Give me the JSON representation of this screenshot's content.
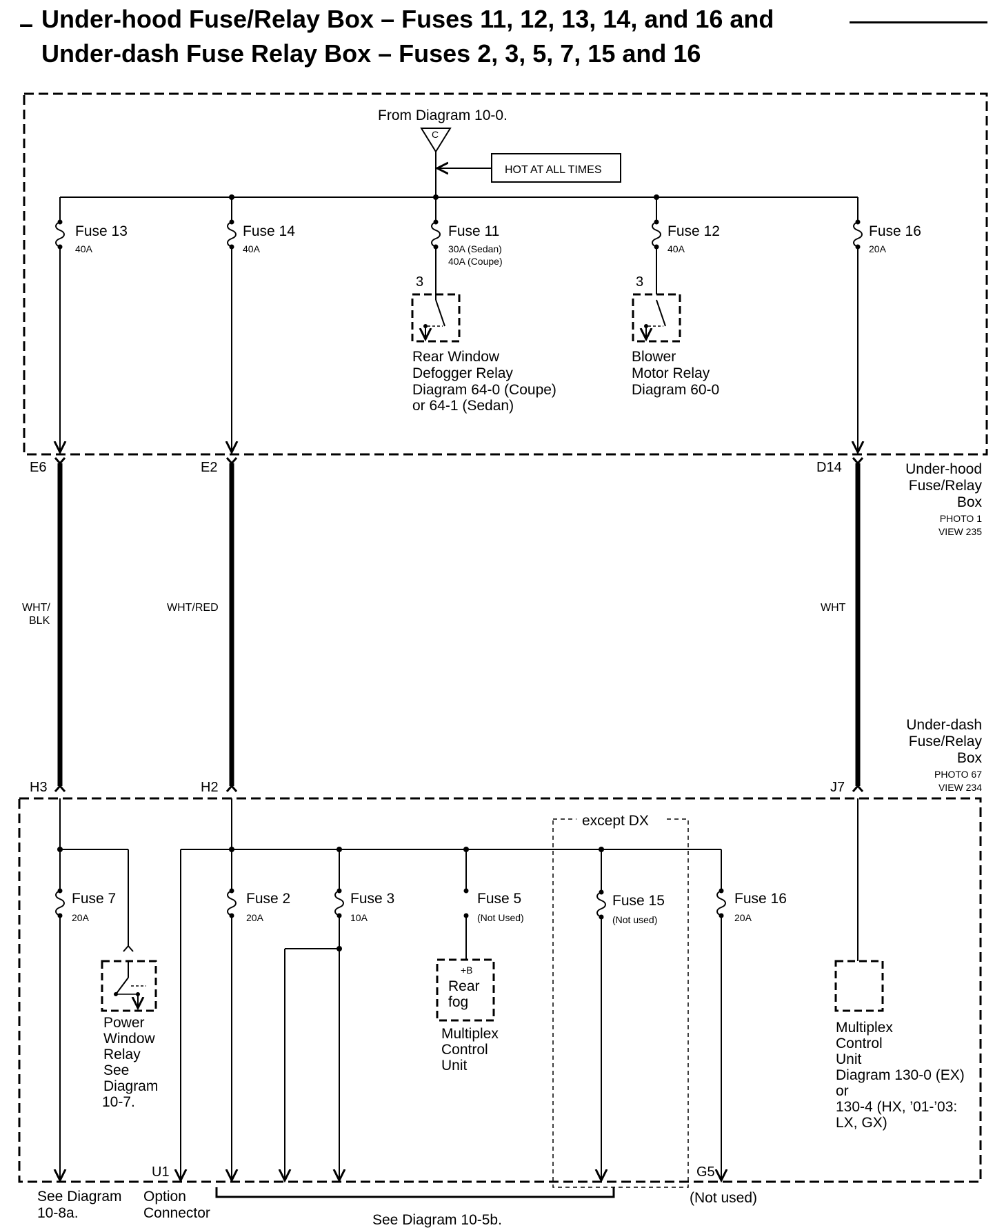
{
  "title": {
    "dash": "–",
    "line1": "Under-hood Fuse/Relay Box – Fuses 11, 12, 13, 14, and 16 and",
    "line2": "Under-dash Fuse Relay Box – Fuses 2, 3, 5, 7, 15 and 16"
  },
  "top": {
    "from": "From Diagram 10-0.",
    "connector": "C",
    "hot": "HOT AT ALL TIMES",
    "fuses": [
      {
        "name": "Fuse 13",
        "rating": "40A"
      },
      {
        "name": "Fuse 14",
        "rating": "40A"
      },
      {
        "name": "Fuse 11",
        "rating": "30A (Sedan)",
        "rating2": "40A (Coupe)"
      },
      {
        "name": "Fuse 12",
        "rating": "40A"
      },
      {
        "name": "Fuse 16",
        "rating": "20A"
      }
    ],
    "relay1": {
      "pin": "3",
      "lines": [
        "Rear Window",
        "Defogger Relay",
        "Diagram 64-0 (Coupe)",
        "or 64-1 (Sedan)"
      ]
    },
    "relay2": {
      "pin": "3",
      "lines": [
        "Blower",
        "Motor Relay",
        "Diagram 60-0"
      ]
    },
    "box": {
      "lines": [
        "Under-hood",
        "Fuse/Relay",
        "Box"
      ],
      "photo": "PHOTO 1",
      "view": "VIEW 235"
    }
  },
  "pins_top": [
    "E6",
    "E2",
    "D14"
  ],
  "wires": [
    {
      "color": "WHT/",
      "color2": "BLK"
    },
    {
      "color": "WHT/RED"
    },
    {
      "color": "WHT"
    }
  ],
  "pins_bottom": [
    "H3",
    "H2",
    "J7"
  ],
  "bottom": {
    "box": {
      "lines": [
        "Under-dash",
        "Fuse/Relay",
        "Box"
      ],
      "photo": "PHOTO 67",
      "view": "VIEW 234"
    },
    "except": "except DX",
    "fuses": [
      {
        "name": "Fuse 7",
        "rating": "20A"
      },
      {
        "name": "Fuse 2",
        "rating": "20A"
      },
      {
        "name": "Fuse 3",
        "rating": "10A"
      },
      {
        "name": "Fuse 5",
        "rating": "(Not Used)"
      },
      {
        "name": "Fuse 15",
        "rating": "(Not used)"
      },
      {
        "name": "Fuse 16",
        "rating": "20A"
      }
    ],
    "power_window": [
      "Power",
      "Window",
      "Relay",
      "See",
      "Diagram",
      "10-7."
    ],
    "rear_fog": {
      "b": "+B",
      "l1": "Rear",
      "l2": "fog",
      "unit": [
        "Multiplex",
        "Control",
        "Unit"
      ]
    },
    "mcu": [
      "Multiplex",
      "Control",
      "Unit",
      "Diagram 130-0 (EX)",
      "or",
      "130-4 (HX, ’01-’03:",
      "LX, GX)"
    ],
    "pin_u1": "U1",
    "pin_g5": "G5",
    "see_10_8a": [
      "See Diagram",
      "10-8a."
    ],
    "option": [
      "Option",
      "Connector"
    ],
    "see_10_5b": "See Diagram 10-5b.",
    "not_used": "(Not used)"
  }
}
